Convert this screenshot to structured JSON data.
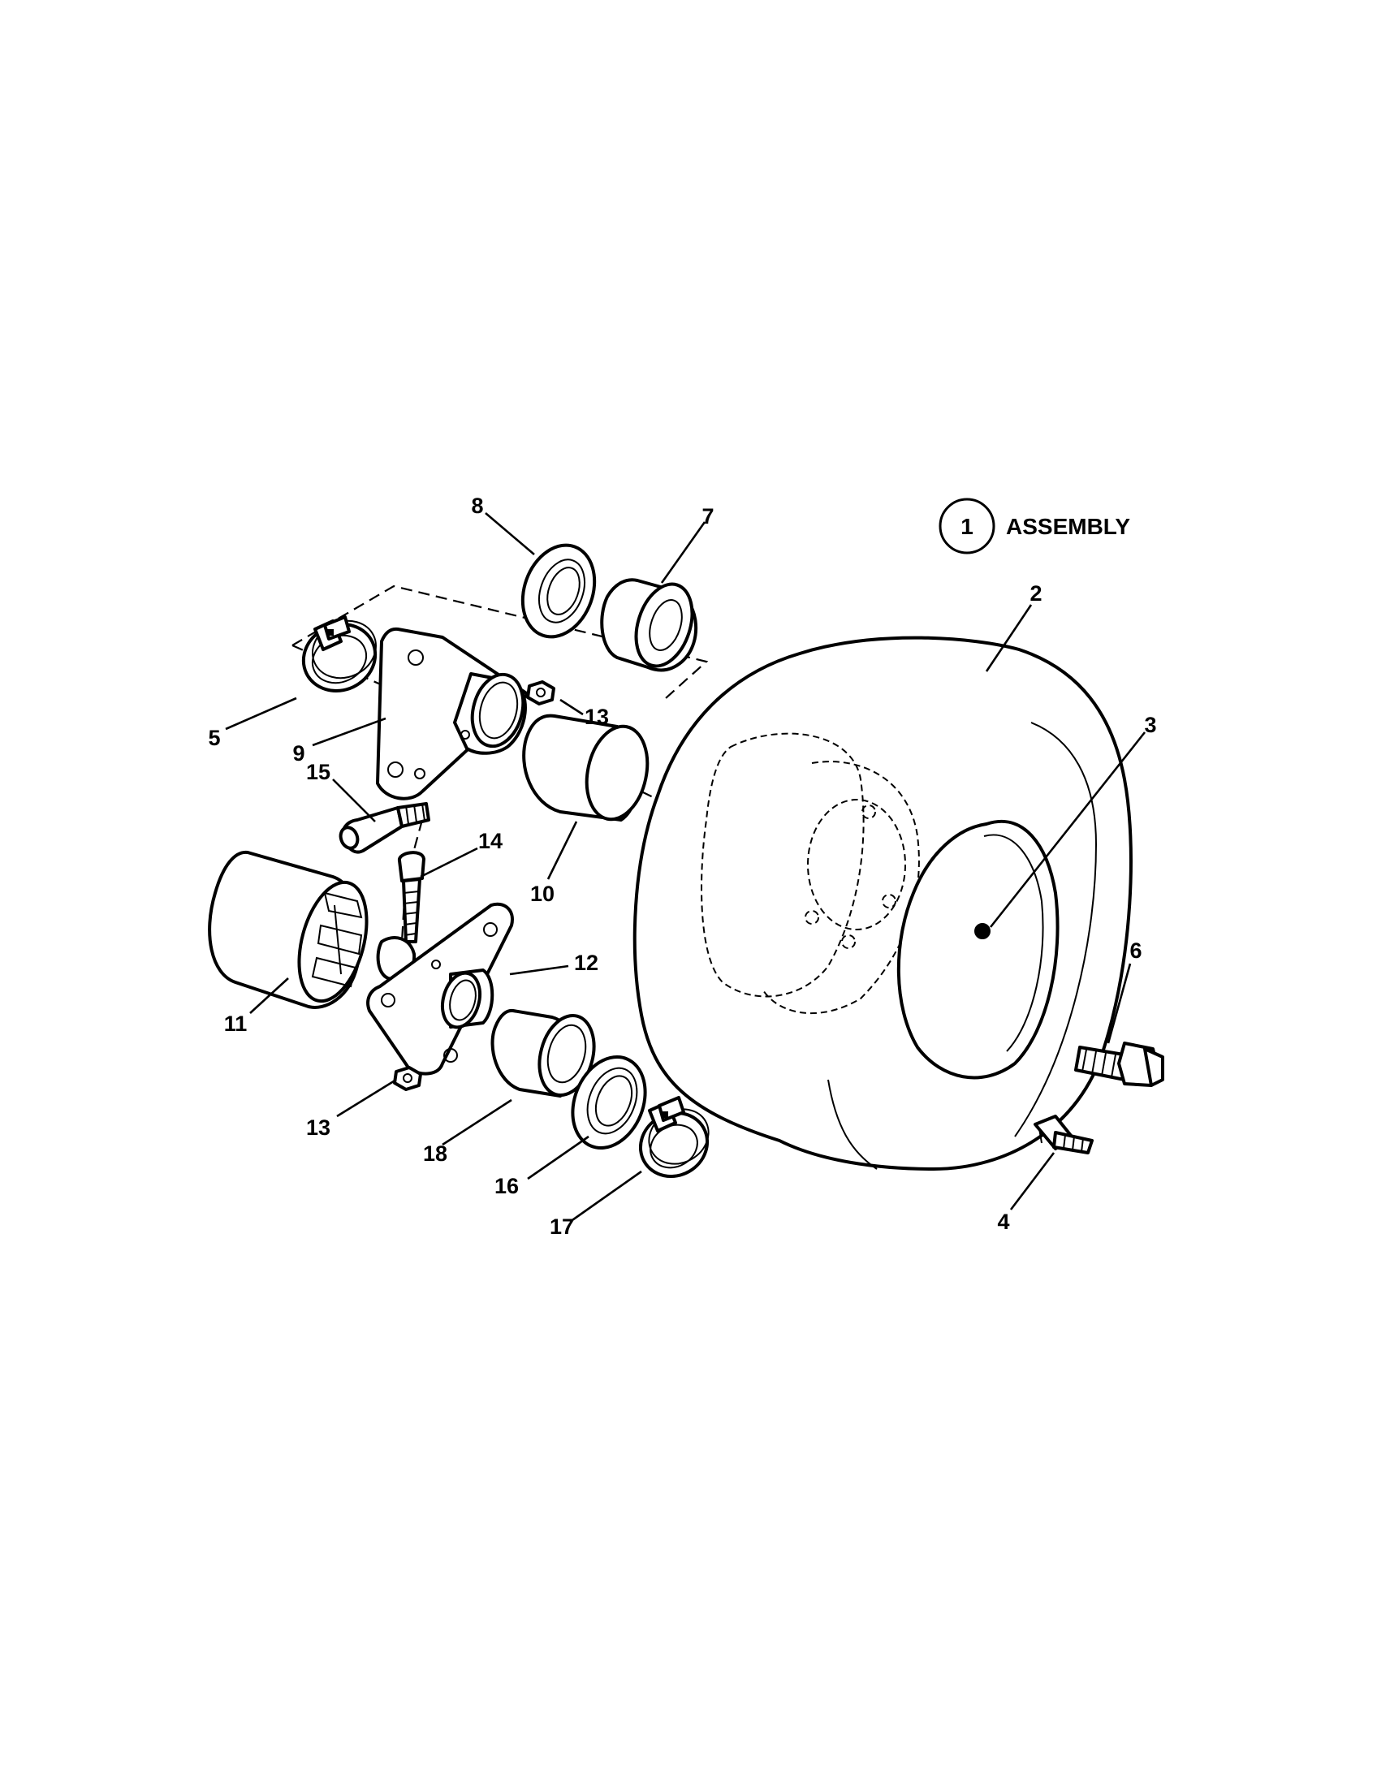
{
  "assembly": {
    "number": "1",
    "label": "ASSEMBLY"
  },
  "callouts": [
    {
      "id": "p2",
      "number": "2",
      "part": "tire"
    },
    {
      "id": "p3",
      "number": "3",
      "part": "wheel-rim"
    },
    {
      "id": "p4",
      "number": "4",
      "part": "valve-stem"
    },
    {
      "id": "p5",
      "number": "5",
      "part": "hose-clamp-upper"
    },
    {
      "id": "p6",
      "number": "6",
      "part": "flange-bolt"
    },
    {
      "id": "p7",
      "number": "7",
      "part": "bushing-upper"
    },
    {
      "id": "p8",
      "number": "8",
      "part": "seal-washer-upper"
    },
    {
      "id": "p9",
      "number": "9",
      "part": "flange-plate-upper"
    },
    {
      "id": "p10",
      "number": "10",
      "part": "spacer-sleeve"
    },
    {
      "id": "p11",
      "number": "11",
      "part": "hub-cylinder"
    },
    {
      "id": "p12",
      "number": "12",
      "part": "flange-plate-lower"
    },
    {
      "id": "p13a",
      "number": "13",
      "part": "nut-upper"
    },
    {
      "id": "p13b",
      "number": "13",
      "part": "nut-lower"
    },
    {
      "id": "p14",
      "number": "14",
      "part": "cap-screw"
    },
    {
      "id": "p15",
      "number": "15",
      "part": "grease-fitting"
    },
    {
      "id": "p16",
      "number": "16",
      "part": "seal-washer-lower"
    },
    {
      "id": "p17",
      "number": "17",
      "part": "hose-clamp-lower"
    },
    {
      "id": "p18",
      "number": "18",
      "part": "bushing-lower"
    }
  ]
}
